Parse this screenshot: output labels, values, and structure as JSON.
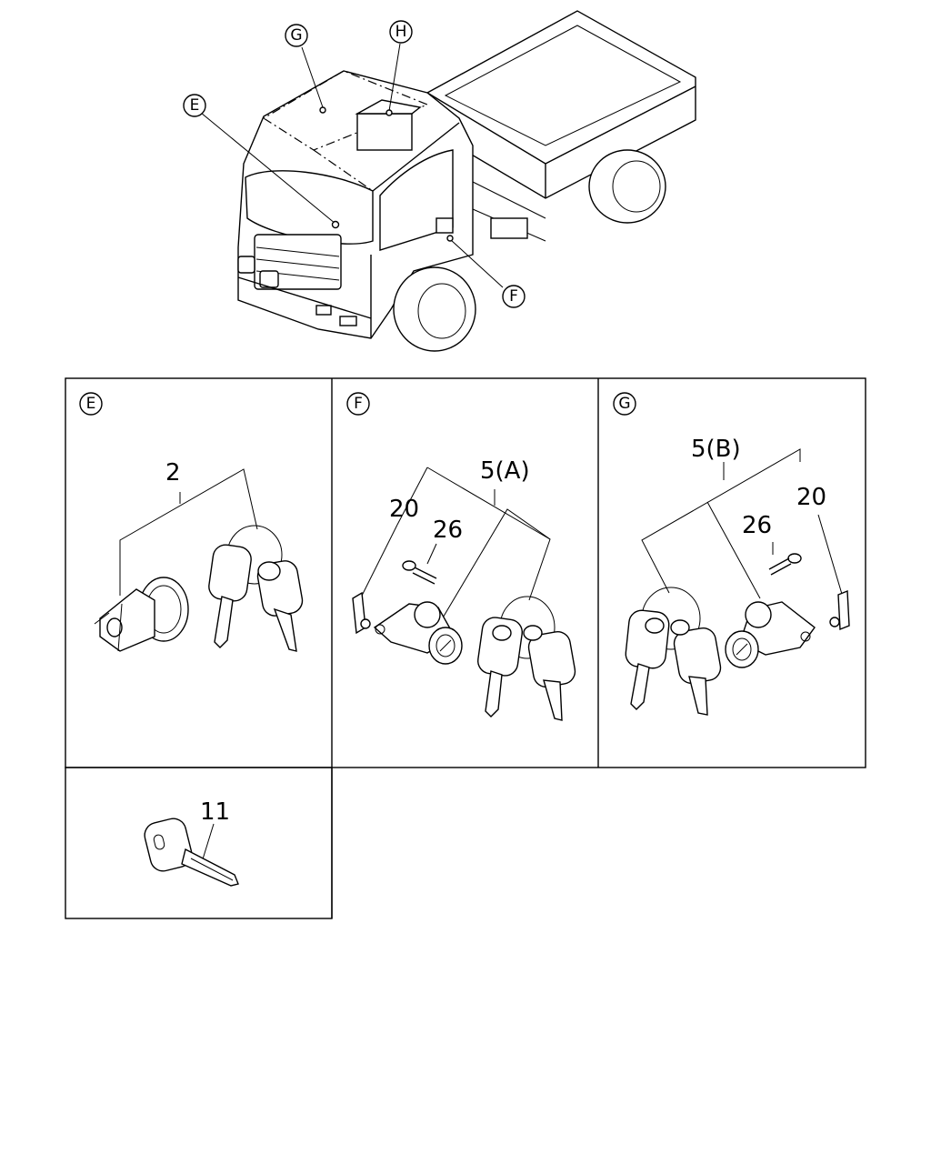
{
  "callouts": {
    "E": "E",
    "F": "F",
    "G": "G",
    "H": "H"
  },
  "panels": [
    {
      "id": "E",
      "label": "E",
      "parts": [
        "2"
      ]
    },
    {
      "id": "F",
      "label": "F",
      "parts": [
        "20",
        "26",
        "5(A)"
      ]
    },
    {
      "id": "G",
      "label": "G",
      "parts": [
        "5(B)",
        "26",
        "20"
      ]
    },
    {
      "id": "key",
      "label": "",
      "parts": [
        "11"
      ]
    }
  ],
  "part_labels": {
    "p2": "2",
    "p5a": "5(A)",
    "p20a": "20",
    "p26a": "26",
    "p5b": "5(B)",
    "p26b": "26",
    "p20b": "20",
    "p11": "11"
  }
}
